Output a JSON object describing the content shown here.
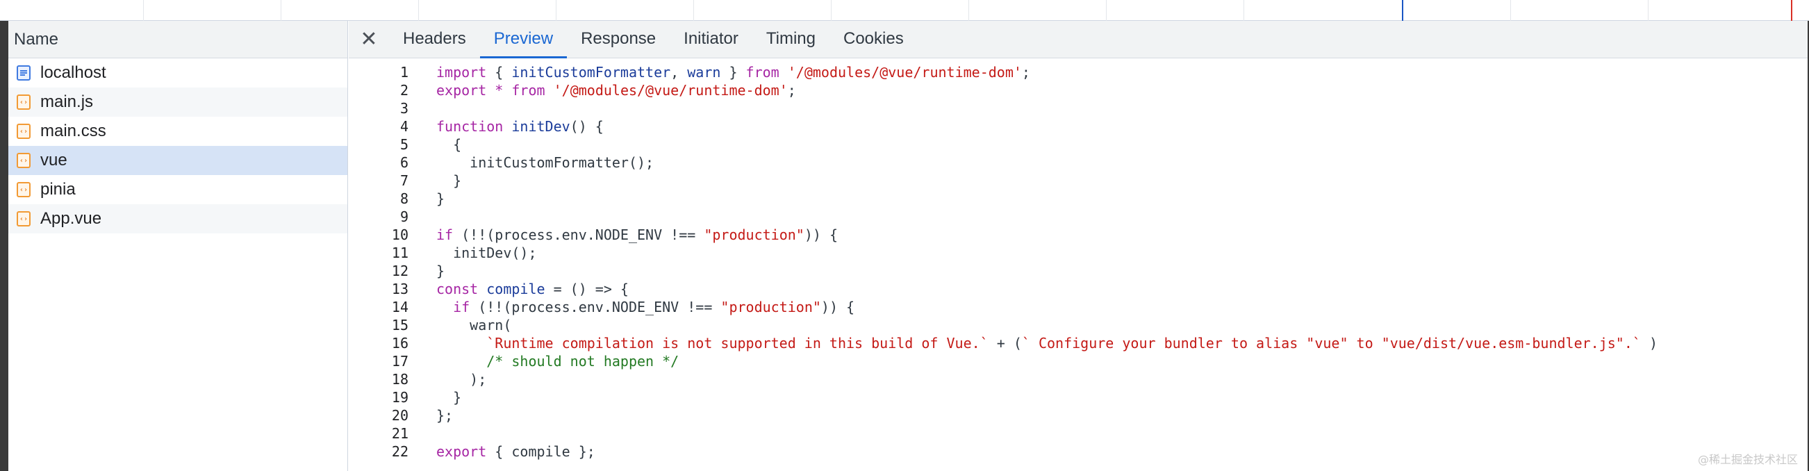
{
  "sidebar": {
    "header": "Name",
    "requests": [
      {
        "label": "localhost",
        "icon": "document-icon"
      },
      {
        "label": "main.js",
        "icon": "script-file-icon"
      },
      {
        "label": "main.css",
        "icon": "script-file-icon"
      },
      {
        "label": "vue",
        "icon": "script-file-icon",
        "selected": true
      },
      {
        "label": "pinia",
        "icon": "script-file-icon"
      },
      {
        "label": "App.vue",
        "icon": "script-file-icon"
      }
    ]
  },
  "tabs": {
    "close": "✕",
    "items": [
      "Headers",
      "Preview",
      "Response",
      "Initiator",
      "Timing",
      "Cookies"
    ],
    "active": "Preview"
  },
  "code": {
    "line_numbers": [
      "1",
      "2",
      "3",
      "4",
      "5",
      "6",
      "7",
      "8",
      "9",
      "10",
      "11",
      "12",
      "13",
      "14",
      "15",
      "16",
      "17",
      "18",
      "19",
      "20",
      "21",
      "22"
    ],
    "lines": [
      [
        [
          "kw",
          "import"
        ],
        [
          "plain",
          " { "
        ],
        [
          "id",
          "initCustomFormatter"
        ],
        [
          "plain",
          ", "
        ],
        [
          "id",
          "warn"
        ],
        [
          "plain",
          " } "
        ],
        [
          "kw",
          "from"
        ],
        [
          "plain",
          " "
        ],
        [
          "str",
          "'/@modules/@vue/runtime-dom'"
        ],
        [
          "plain",
          ";"
        ]
      ],
      [
        [
          "kw",
          "export"
        ],
        [
          "plain",
          " "
        ],
        [
          "kw",
          "*"
        ],
        [
          "plain",
          " "
        ],
        [
          "kw",
          "from"
        ],
        [
          "plain",
          " "
        ],
        [
          "str",
          "'/@modules/@vue/runtime-dom'"
        ],
        [
          "plain",
          ";"
        ]
      ],
      [],
      [
        [
          "kw",
          "function"
        ],
        [
          "plain",
          " "
        ],
        [
          "id",
          "initDev"
        ],
        [
          "plain",
          "() {"
        ]
      ],
      [
        [
          "plain",
          "  {"
        ]
      ],
      [
        [
          "plain",
          "    initCustomFormatter();"
        ]
      ],
      [
        [
          "plain",
          "  }"
        ]
      ],
      [
        [
          "plain",
          "}"
        ]
      ],
      [],
      [
        [
          "kw",
          "if"
        ],
        [
          "plain",
          " (!!(process.env.NODE_ENV !== "
        ],
        [
          "str",
          "\"production\""
        ],
        [
          "plain",
          ")) {"
        ]
      ],
      [
        [
          "plain",
          "  initDev();"
        ]
      ],
      [
        [
          "plain",
          "}"
        ]
      ],
      [
        [
          "kw",
          "const"
        ],
        [
          "plain",
          " "
        ],
        [
          "id",
          "compile"
        ],
        [
          "plain",
          " = () => {"
        ]
      ],
      [
        [
          "plain",
          "  "
        ],
        [
          "kw",
          "if"
        ],
        [
          "plain",
          " (!!(process.env.NODE_ENV !== "
        ],
        [
          "str",
          "\"production\""
        ],
        [
          "plain",
          ")) {"
        ]
      ],
      [
        [
          "plain",
          "    warn("
        ]
      ],
      [
        [
          "plain",
          "      "
        ],
        [
          "str",
          "`Runtime compilation is not supported in this build of Vue.`"
        ],
        [
          "plain",
          " + ("
        ],
        [
          "str",
          "` Configure your bundler to alias \"vue\" to \"vue/dist/vue.esm-bundler.js\".`"
        ],
        [
          "plain",
          " )"
        ]
      ],
      [
        [
          "plain",
          "      "
        ],
        [
          "cmt",
          "/* should not happen */"
        ]
      ],
      [
        [
          "plain",
          "    );"
        ]
      ],
      [
        [
          "plain",
          "  }"
        ]
      ],
      [
        [
          "plain",
          "};"
        ]
      ],
      [],
      [
        [
          "kw",
          "export"
        ],
        [
          "plain",
          " { compile };"
        ]
      ]
    ]
  },
  "watermark": "@稀土掘金技术社区"
}
